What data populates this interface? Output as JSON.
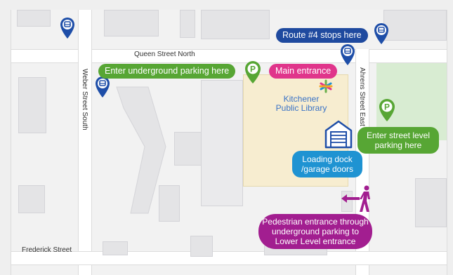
{
  "colors": {
    "pin_blue": "#1e4ea8",
    "parking_green": "#57a634",
    "main_pink": "#e0358b",
    "loading_blue": "#1f93d2",
    "pedestrian_purple": "#a21e90",
    "route_navy": "#1f4a9f",
    "library_text": "#3a73c6"
  },
  "streets": {
    "queen": "Queen Street North",
    "weber": "Weber Street South",
    "ahrens": "Ahrens Street East",
    "frederick": "Frederick Street"
  },
  "labels": {
    "route4": "Route #4 stops here",
    "underground_parking": "Enter underground parking here",
    "main_entrance": "Main entrance",
    "library_line1": "Kitchener",
    "library_line2": "Public Library",
    "street_parking_line1": "Enter street level",
    "street_parking_line2": "parking here",
    "loading_line1": "Loading dock",
    "loading_line2": "/garage doors",
    "ped_line1": "Pedestrian entrance through",
    "ped_line2": "underground parking to",
    "ped_line3": "Lower Level entrance",
    "parking_letter_1": "P",
    "parking_letter_2": "P"
  },
  "icons": {
    "bus_stop": "bus-stop-pin-icon",
    "parking": "parking-pin-icon",
    "library_logo": "library-logo-icon",
    "garage": "garage-door-icon",
    "pedestrian": "pedestrian-icon",
    "arrow": "arrow-left-icon"
  }
}
